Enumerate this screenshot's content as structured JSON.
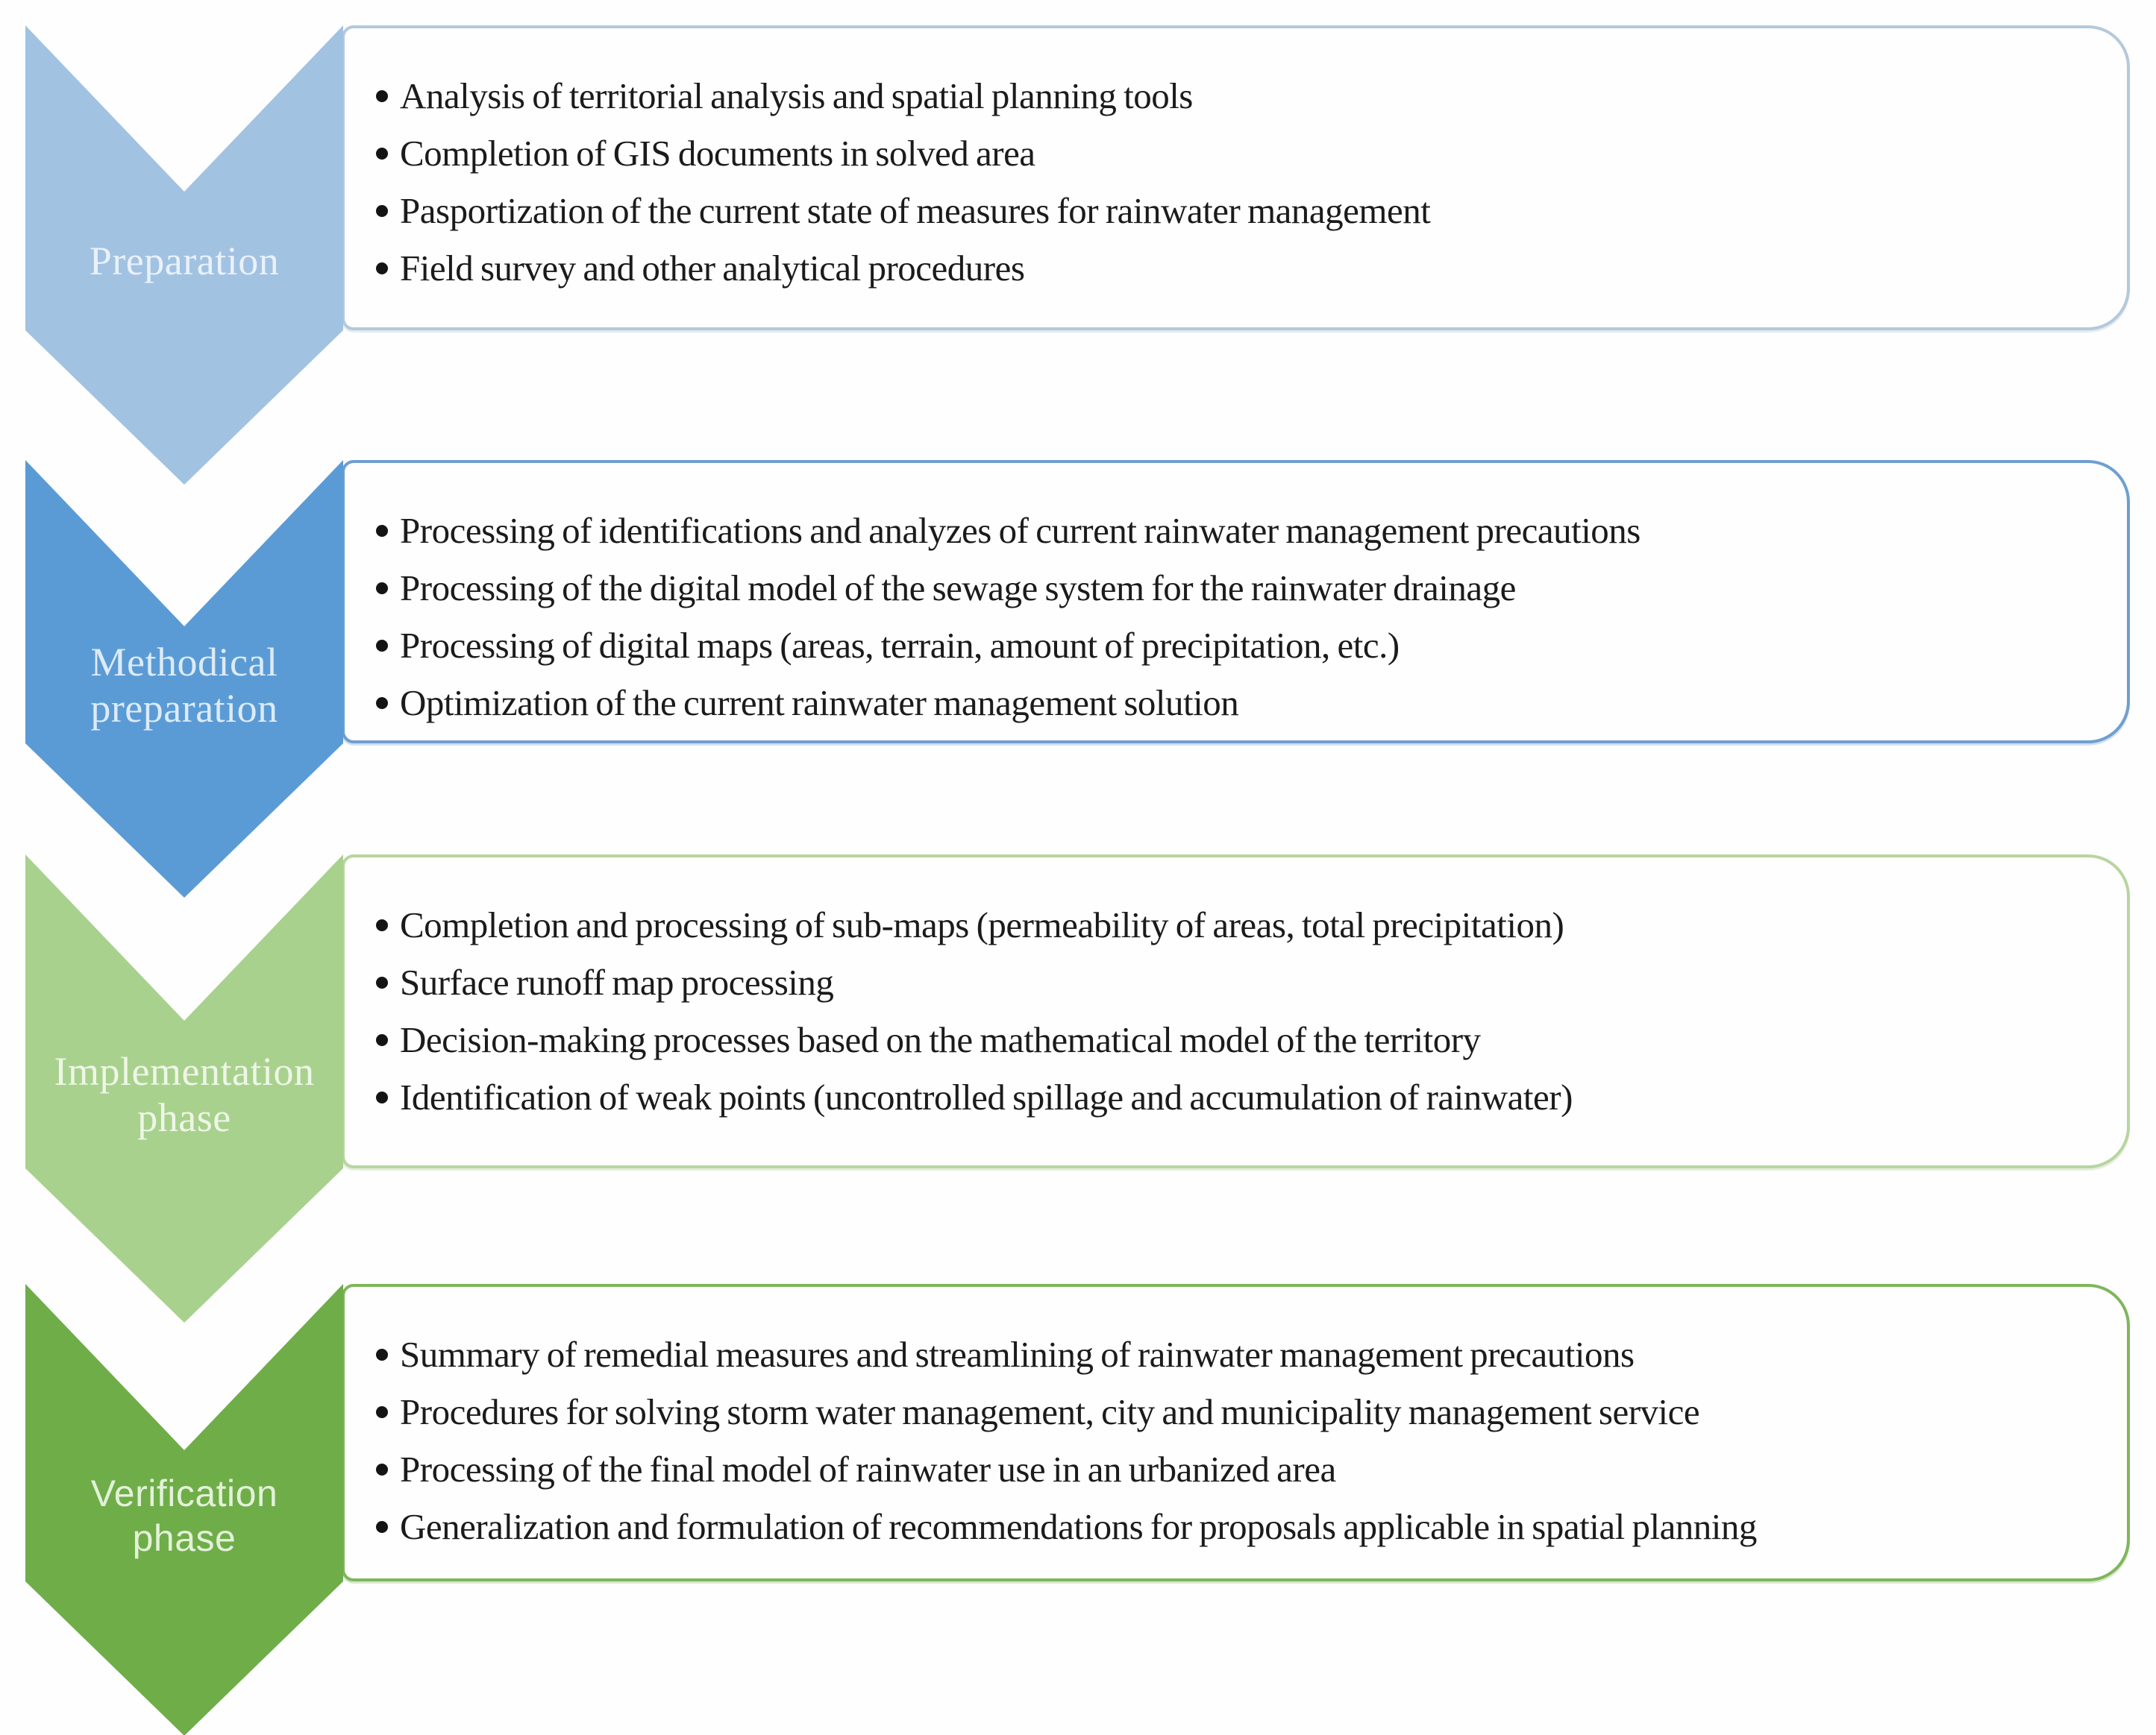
{
  "diagram": {
    "type": "vertical-chevron-process-list",
    "phase_count": 4
  },
  "phases": [
    {
      "label": "Preparation",
      "fill_color": "#a2c2e2",
      "border_color": "#b3c9dc",
      "label_color": "#e9f1fa",
      "items": [
        "Analysis of territorial analysis and spatial planning tools",
        "Completion of GIS documents in solved area",
        "Pasportization of the current state of measures for rainwater management",
        "Field survey and other analytical procedures"
      ]
    },
    {
      "label": "Methodical\npreparation",
      "fill_color": "#5b9bd5",
      "border_color": "#6f9fd0",
      "label_color": "#ddebf7",
      "items": [
        "Processing of identifications and analyzes of current rainwater management precautions",
        "Processing of the digital model of the sewage system for the rainwater drainage",
        "Processing of digital maps (areas, terrain, amount of precipitation, etc.)",
        "Optimization of the current rainwater management solution"
      ]
    },
    {
      "label": "Implementation\nphase",
      "fill_color": "#a9d18e",
      "border_color": "#b7d5a0",
      "label_color": "#eef6e7",
      "items": [
        "Completion and processing of sub-maps (permeability of areas, total precipitation)",
        "Surface runoff map processing",
        "Decision-making processes based on the mathematical model of the territory",
        "Identification of weak points (uncontrolled spillage and accumulation of rainwater)"
      ]
    },
    {
      "label": "Verification\nphase",
      "fill_color": "#6fad49",
      "border_color": "#7fb65b",
      "label_color": "#e3f1d9",
      "items": [
        "Summary of remedial measures and streamlining of rainwater management precautions",
        "Procedures for solving storm water management, city and municipality management service",
        "Processing of the final model of rainwater use in an urbanized area",
        "Generalization and formulation of recommendations for proposals applicable in spatial planning"
      ]
    }
  ]
}
